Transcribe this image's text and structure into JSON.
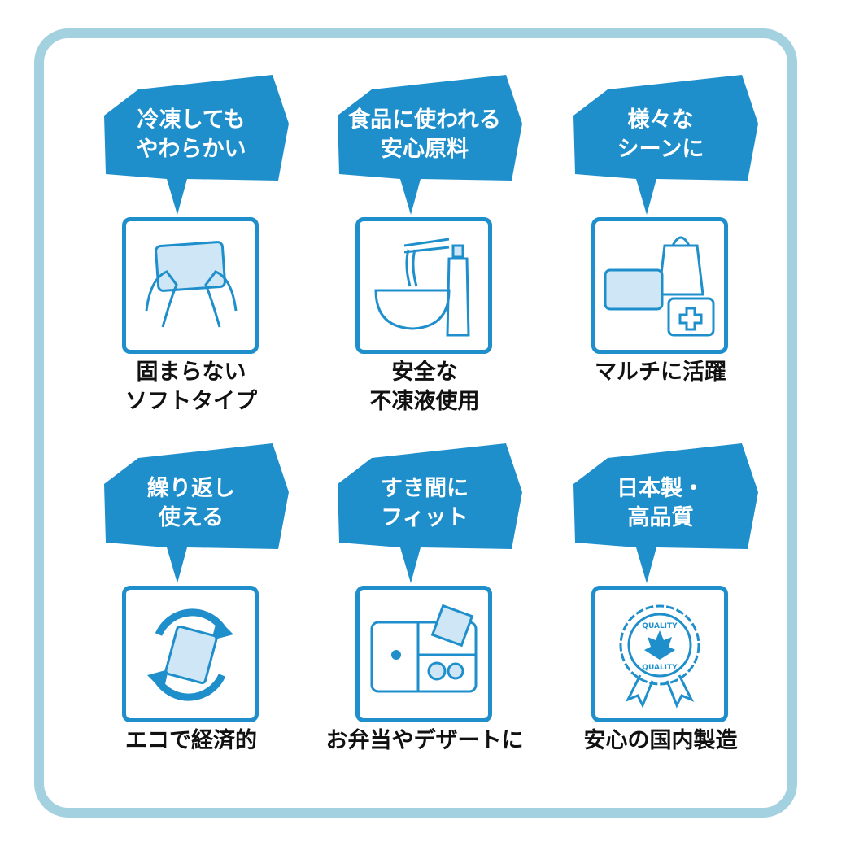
{
  "colors": {
    "accent": "#1f8fcc",
    "frame": "#a3d1df",
    "text": "#111111"
  },
  "features": [
    {
      "bubble": [
        "冷凍しても",
        "やわらかい"
      ],
      "label": [
        "固まらない",
        "ソフトタイプ"
      ],
      "icon": "hands-holding-gel-pack-icon"
    },
    {
      "bubble": [
        "食品に使われる",
        "安心原料"
      ],
      "label": [
        "安全な",
        "不凍液使用"
      ],
      "icon": "noodle-bowl-toothpaste-icon"
    },
    {
      "bubble": [
        "様々な",
        "シーンに"
      ],
      "label": [
        "マルチに活躍"
      ],
      "icon": "bento-bag-first-aid-icon"
    },
    {
      "bubble": [
        "繰り返し",
        "使える"
      ],
      "label": [
        "エコで経済的"
      ],
      "icon": "recycle-arrows-pack-icon"
    },
    {
      "bubble": [
        "すき間に",
        "フィット"
      ],
      "label": [
        "お弁当やデザートに"
      ],
      "icon": "bento-box-pack-icon"
    },
    {
      "bubble": [
        "日本製・",
        "高品質"
      ],
      "label": [
        "安心の国内製造"
      ],
      "icon": "quality-badge-icon"
    }
  ],
  "badge_text": "QUALITY"
}
